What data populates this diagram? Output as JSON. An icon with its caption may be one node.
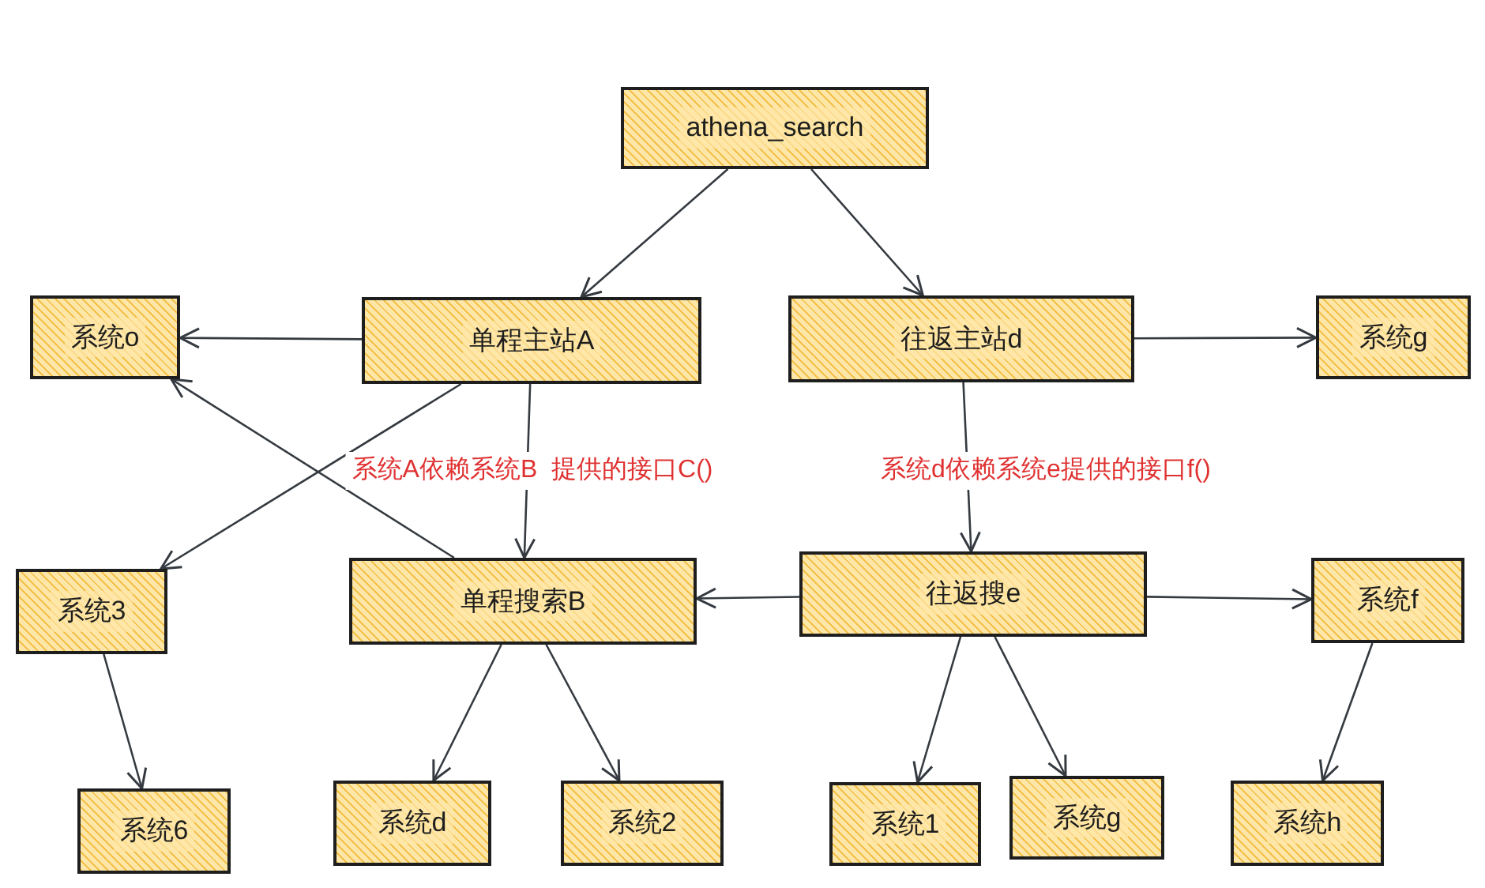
{
  "diagram": {
    "nodes": [
      {
        "text": [
          "athena_search"
        ]
      },
      {
        "text": [
          "单程主站A"
        ]
      },
      {
        "text": [
          "往返主站d"
        ]
      },
      {
        "text": [
          "系统o"
        ]
      },
      {
        "text": [
          "系统g"
        ]
      },
      {
        "text": [
          "系统3"
        ]
      },
      {
        "text": [
          "单程搜索B"
        ]
      },
      {
        "text": [
          "往返搜e"
        ]
      },
      {
        "text": [
          "系统f"
        ]
      },
      {
        "text": [
          "系统6"
        ]
      },
      {
        "text": [
          "系统d"
        ]
      },
      {
        "text": [
          "系统2"
        ]
      },
      {
        "text": [
          "系统1"
        ]
      },
      {
        "text": [
          "系统g"
        ]
      },
      {
        "text": [
          "系统h"
        ]
      }
    ],
    "edges": [
      {
        "from": 0,
        "to": 1,
        "arrow": "to"
      },
      {
        "from": 0,
        "to": 2,
        "arrow": "to"
      },
      {
        "from": 1,
        "to": 3,
        "arrow": "to"
      },
      {
        "from": 1,
        "to": 5,
        "arrow": "to"
      },
      {
        "from": 6,
        "to": 3,
        "arrow": "to"
      },
      {
        "from": 1,
        "to": 6,
        "arrow": "to",
        "label": "系统A依赖系统B  提供的接口C()"
      },
      {
        "from": 2,
        "to": 4,
        "arrow": "to"
      },
      {
        "from": 2,
        "to": 7,
        "arrow": "to",
        "label": "系统d依赖系统e提供的接口f()"
      },
      {
        "from": 7,
        "to": 6,
        "arrow": "to"
      },
      {
        "from": 7,
        "to": 8,
        "arrow": "to"
      },
      {
        "from": 5,
        "to": 9,
        "arrow": "to"
      },
      {
        "from": 6,
        "to": 10,
        "arrow": "to"
      },
      {
        "from": 6,
        "to": 11,
        "arrow": "to"
      },
      {
        "from": 7,
        "to": 12,
        "arrow": "to"
      },
      {
        "from": 7,
        "to": 13,
        "arrow": "to"
      },
      {
        "from": 8,
        "to": 14,
        "arrow": "to"
      }
    ]
  }
}
